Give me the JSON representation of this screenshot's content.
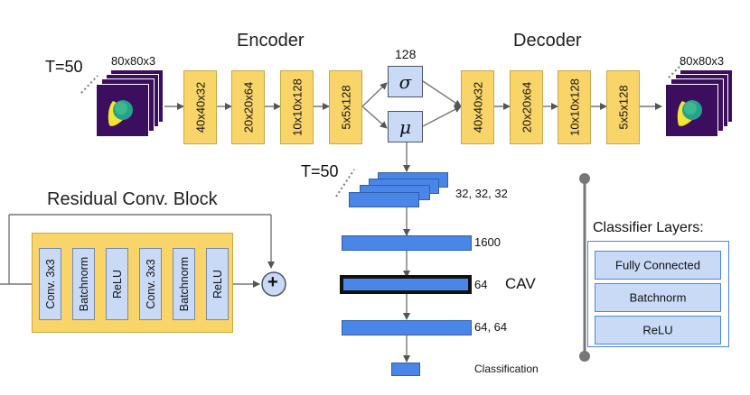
{
  "encoder": {
    "title": "Encoder",
    "input_time": "T=50",
    "input_size": "80x80x3",
    "layers": [
      "40x40x32",
      "20x20x64",
      "10x10x128",
      "5x5x128"
    ]
  },
  "latent": {
    "dim": "128",
    "sigma": "σ",
    "mu": "μ"
  },
  "decoder": {
    "title": "Decoder",
    "layers": [
      "40x40x32",
      "20x20x64",
      "10x10x128",
      "5x5x128"
    ],
    "output_size": "80x80x3"
  },
  "classifier": {
    "time": "T=50",
    "layers": [
      {
        "label": "32, 32, 32"
      },
      {
        "label": "1600"
      },
      {
        "label": "64",
        "tag": "CAV"
      },
      {
        "label": "64, 64"
      },
      {
        "label": "Classification"
      }
    ]
  },
  "residual_block": {
    "title": "Residual Conv. Block",
    "layers": [
      "Conv. 3x3",
      "Batchnorm",
      "ReLU",
      "Conv. 3x3",
      "Batchnorm",
      "ReLU"
    ],
    "add_symbol": "+"
  },
  "classifier_layers": {
    "title": "Classifier Layers:",
    "items": [
      "Fully Connected",
      "Batchnorm",
      "ReLU"
    ]
  },
  "colors": {
    "encoder_layer": "#f9d469",
    "latent": "#c9daf6",
    "dense": "#4a86e8",
    "image_bg": "#3b0f5e"
  }
}
